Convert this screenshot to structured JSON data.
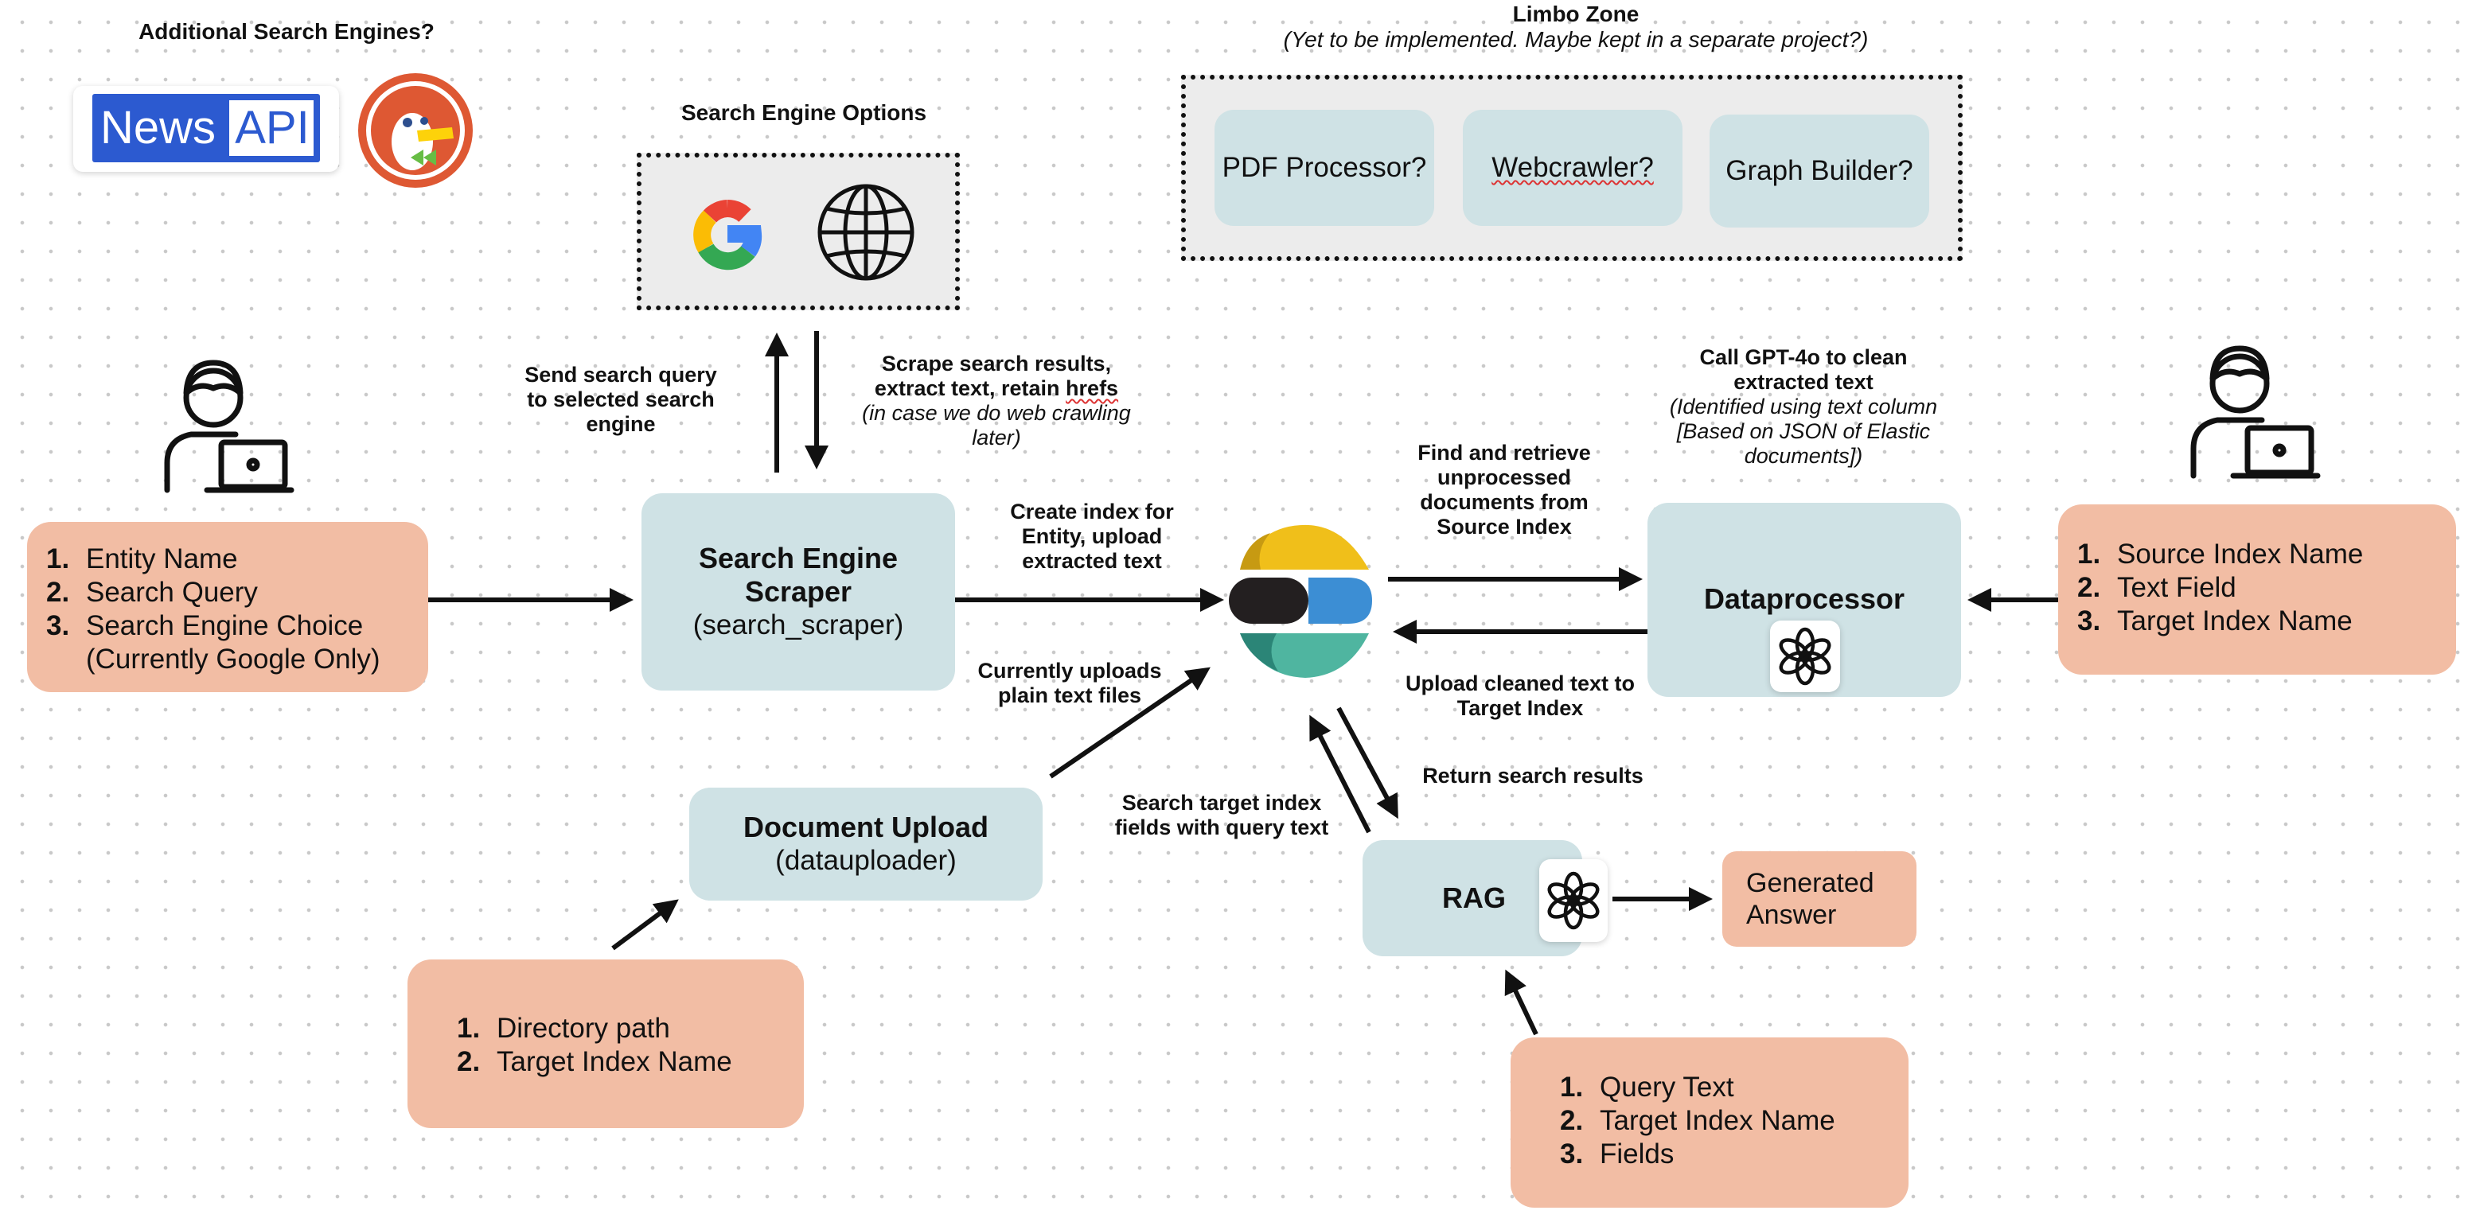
{
  "headings": {
    "additional": "Additional Search Engines?",
    "options": "Search Engine Options",
    "limbo_title": "Limbo Zone",
    "limbo_sub": "(Yet to be implemented. Maybe kept in a separate project?)"
  },
  "logos": {
    "news_api_left": "News",
    "news_api_right": "API"
  },
  "limbo": {
    "pdf": "PDF Processor?",
    "webcrawler": "Webcrawler?",
    "graph": "Graph Builder?"
  },
  "inputs": {
    "scraper": [
      "Entity Name",
      "Search Query",
      "Search Engine Choice (Currently Google Only)"
    ],
    "dataprocessor": [
      "Source Index Name",
      "Text Field",
      "Target Index Name"
    ],
    "upload": [
      "Directory path",
      "Target Index Name"
    ],
    "rag": [
      "Query Text",
      "Target Index Name",
      "Fields"
    ]
  },
  "nodes": {
    "scraper_title": "Search Engine Scraper",
    "scraper_sub": "(search_scraper)",
    "upload_title": "Document Upload",
    "upload_sub": "(datauploader)",
    "dataprocessor": "Dataprocessor",
    "rag": "RAG",
    "generated": "Generated Answer"
  },
  "labels": {
    "send_query": "Send search query to selected search engine",
    "scrape_main_a": "Scrape search results,",
    "scrape_main_b": "extract text, retain",
    "scrape_hrefs": "hrefs",
    "scrape_note": "(in case we do web crawling later)",
    "create_index": "Create index for Entity, upload extracted text",
    "uploads_plain": "Currently uploads plain text files",
    "find_retrieve": "Find and retrieve unprocessed documents from Source Index",
    "upload_cleaned": "Upload cleaned text to Target Index",
    "call_gpt": "Call GPT-4o to clean extracted text",
    "call_gpt_note": "(Identified using text column [Based on JSON of Elastic documents])",
    "search_target": "Search target index fields with query text",
    "return_results": "Return search results"
  },
  "colors": {
    "node_fill": "#cfe2e5",
    "input_fill": "#f2bda4",
    "news_api_blue": "#2c5ad0",
    "ddg_orange": "#de5833"
  },
  "icons": {
    "user": "user-laptop-icon",
    "google": "google-icon",
    "globe": "globe-icon",
    "elastic": "elasticsearch-icon",
    "openai": "openai-icon",
    "duckduckgo": "duckduckgo-icon"
  }
}
